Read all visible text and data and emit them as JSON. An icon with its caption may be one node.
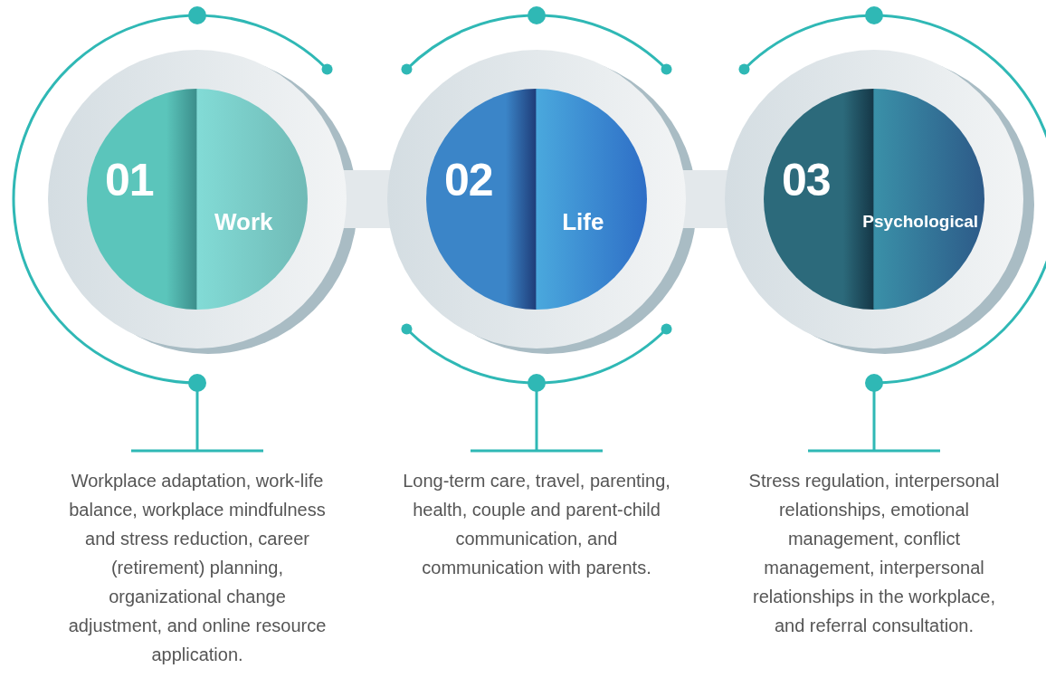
{
  "diagram": {
    "nodes": [
      {
        "text": [
          "01",
          "Work"
        ]
      },
      {
        "text": [
          "02",
          "Life"
        ]
      },
      {
        "text": [
          "03",
          "Psychological"
        ]
      },
      {
        "text": [
          "Workplace adaptation, work-life balance, workplace mindfulness and stress reduction, career (retirement) planning, organizational change adjustment, and online resource application."
        ]
      },
      {
        "text": [
          "Long-term care, travel, parenting, health, couple and parent-child communication, and communication with parents."
        ]
      },
      {
        "text": [
          "Stress regulation, interpersonal relationships, emotional management, conflict management, interpersonal relationships in the workplace, and referral consultation."
        ]
      }
    ],
    "edges": [
      {
        "from": 0,
        "to": 3,
        "arrow": "other"
      },
      {
        "from": 1,
        "to": 4,
        "arrow": "other"
      },
      {
        "from": 2,
        "to": 5,
        "arrow": "other"
      }
    ]
  }
}
